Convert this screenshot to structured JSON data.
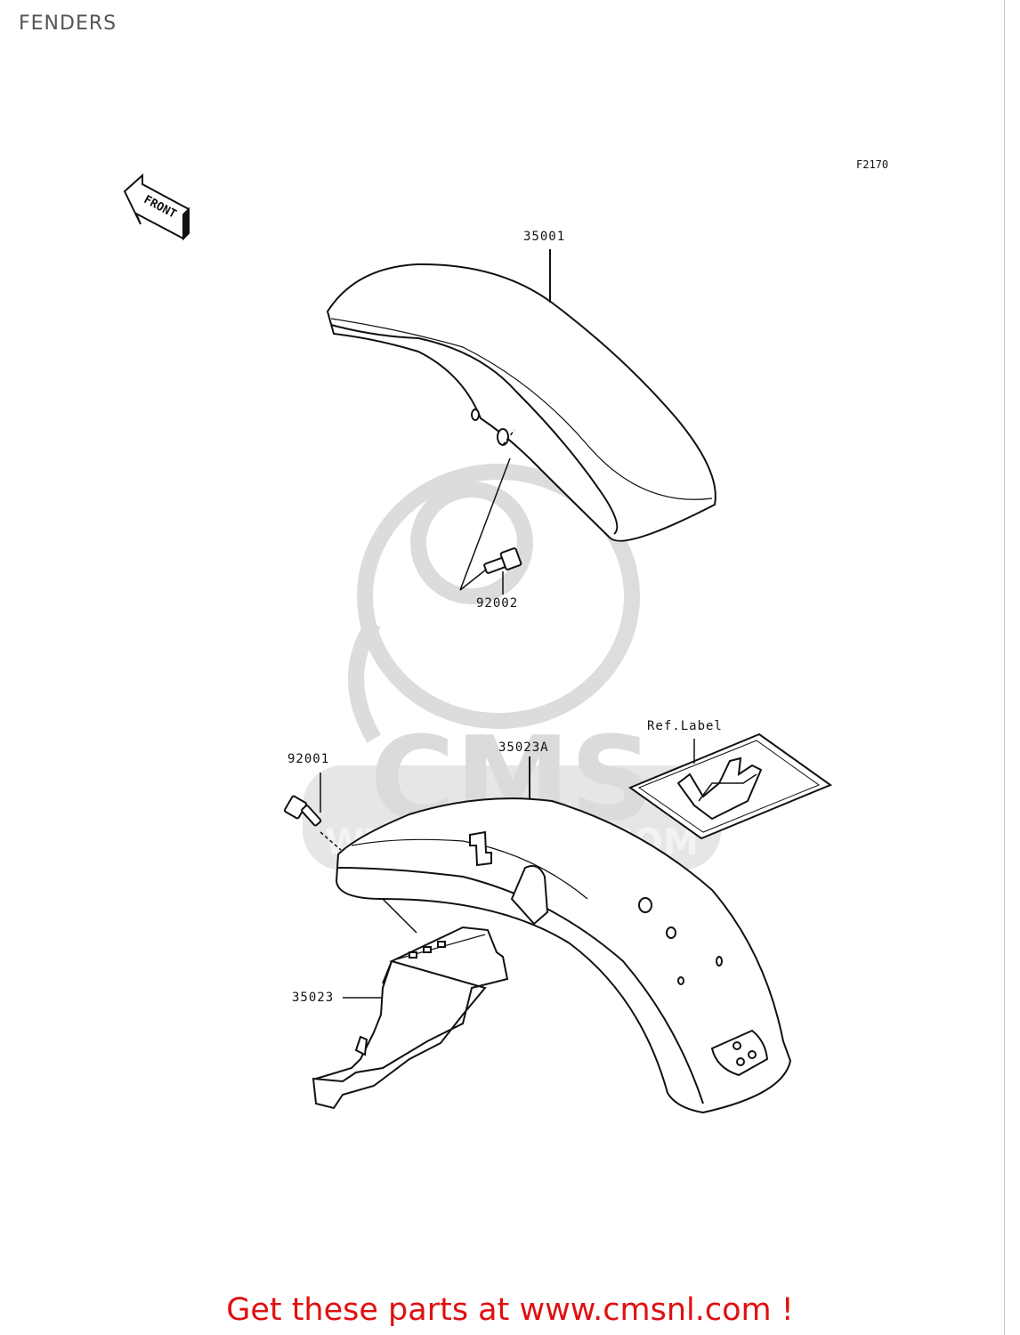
{
  "header": {
    "title": "FENDERS"
  },
  "figure": {
    "code": "F2170",
    "front_arrow_label": "FRONT"
  },
  "callouts": {
    "front_fender": "35001",
    "front_bolt": "92002",
    "rear_bolt": "92001",
    "rear_fender": "35023A",
    "ref_label": "Ref.Label",
    "rear_inner_fender": "35023"
  },
  "watermark": {
    "brand": "CMS",
    "url": "WWW.CMSNL.COM"
  },
  "footer": {
    "cta_text": "Get these parts at www.cmsnl.com !"
  },
  "colors": {
    "cta": "#e01010",
    "line": "#111111",
    "watermark": "#d8d8d8"
  }
}
